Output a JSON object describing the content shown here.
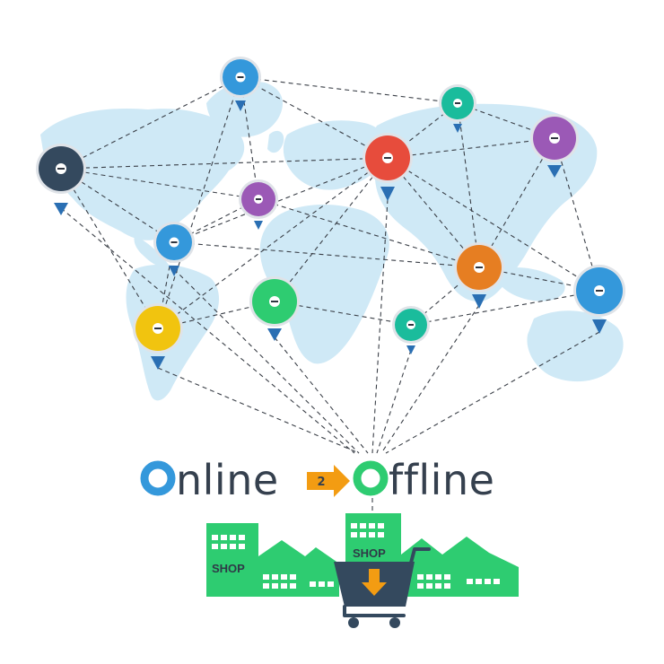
{
  "brand": {
    "word1_letter": "O",
    "word1_rest": "nline",
    "badge_number": "2",
    "word2_letter": "O",
    "word2_rest": "ffline",
    "word1_color": "#3498db",
    "word2_color": "#2ecc71",
    "text_color": "#35404e",
    "badge_color": "#f39c12"
  },
  "shops": {
    "left_label": "SHOP",
    "center_label": "SHOP",
    "building_color": "#2ecc71"
  },
  "cart": {
    "icon": "shopping-cart-icon",
    "body_color": "#34495e",
    "arrow_color": "#f39c12"
  },
  "map": {
    "land_color": "#cfe9f6",
    "pins": [
      {
        "name": "pin-north-america-west",
        "color": "#34495e",
        "icon": "location-pin-icon"
      },
      {
        "name": "pin-greenland",
        "color": "#3498db",
        "icon": "location-pin-icon"
      },
      {
        "name": "pin-north-atlantic",
        "color": "#9b59b6",
        "icon": "location-pin-icon"
      },
      {
        "name": "pin-north-america-east",
        "color": "#3498db",
        "icon": "location-pin-icon"
      },
      {
        "name": "pin-south-america",
        "color": "#f1c40f",
        "icon": "location-pin-icon"
      },
      {
        "name": "pin-west-africa",
        "color": "#2ecc71",
        "icon": "location-pin-icon"
      },
      {
        "name": "pin-europe",
        "color": "#e74c3c",
        "icon": "location-pin-icon"
      },
      {
        "name": "pin-russia",
        "color": "#1abc9c",
        "icon": "location-pin-icon"
      },
      {
        "name": "pin-east-asia",
        "color": "#9b59b6",
        "icon": "location-pin-icon"
      },
      {
        "name": "pin-south-asia",
        "color": "#e67e22",
        "icon": "location-pin-icon"
      },
      {
        "name": "pin-indian-ocean",
        "color": "#1abc9c",
        "icon": "location-pin-icon"
      },
      {
        "name": "pin-australia",
        "color": "#3498db",
        "icon": "location-pin-icon"
      }
    ]
  }
}
